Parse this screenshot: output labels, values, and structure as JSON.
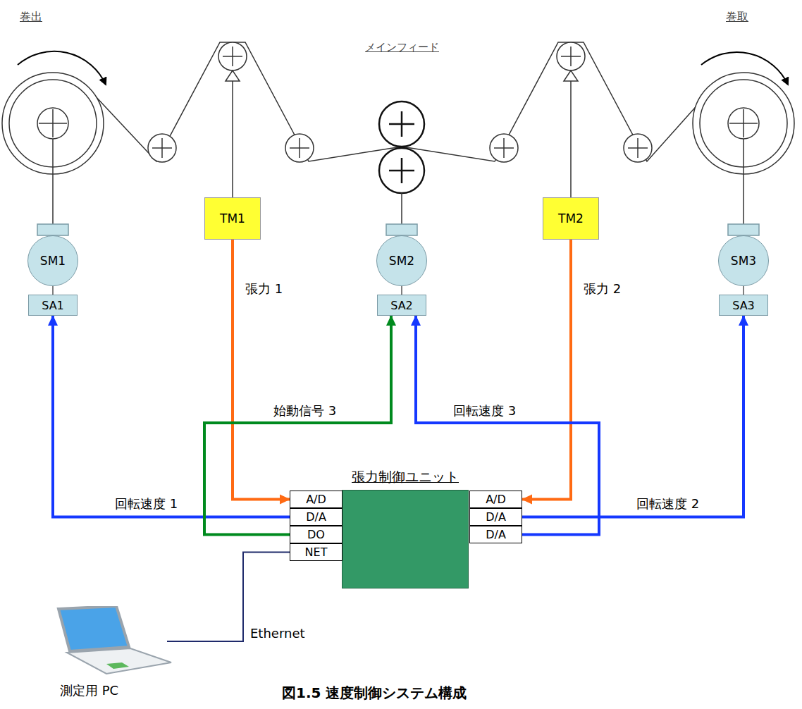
{
  "diagram": {
    "caption": "図1.5 速度制御システム構成",
    "nodes": [
      {
        "text": [
          "TM1"
        ]
      },
      {
        "text": [
          "TM2"
        ]
      },
      {
        "text": [
          "SM1"
        ]
      },
      {
        "text": [
          "SM2"
        ]
      },
      {
        "text": [
          "SM3"
        ]
      },
      {
        "text": [
          "SA1"
        ]
      },
      {
        "text": [
          "SA2"
        ]
      },
      {
        "text": [
          "SA3"
        ]
      },
      {
        "text": [
          "張力制御ユニット"
        ]
      },
      {
        "text": [
          "A/D"
        ],
        "in": 8
      },
      {
        "text": [
          "D/A"
        ],
        "in": 8
      },
      {
        "text": [
          "DO"
        ],
        "in": 8
      },
      {
        "text": [
          "NET"
        ],
        "in": 8
      },
      {
        "text": [
          "A/D"
        ],
        "in": 8
      },
      {
        "text": [
          "D/A"
        ],
        "in": 8
      },
      {
        "text": [
          "D/A"
        ],
        "in": 8
      },
      {
        "text": [
          "測定用 PC"
        ]
      }
    ],
    "edges": [
      {
        "from": 0,
        "to": 9,
        "label": "張力 1",
        "arrow": "to"
      },
      {
        "from": 1,
        "to": 13,
        "label": "張力 2",
        "arrow": "to"
      },
      {
        "from": 10,
        "to": 5,
        "label": "回転速度 1",
        "arrow": "to"
      },
      {
        "from": 11,
        "to": 6,
        "label": "始動信号 3",
        "arrow": "to"
      },
      {
        "from": 15,
        "to": 6,
        "label": "回転速度 3",
        "arrow": "to"
      },
      {
        "from": 14,
        "to": 7,
        "label": "回転速度 2",
        "arrow": "to"
      },
      {
        "from": 12,
        "to": 16,
        "label": "Ethernet",
        "arrow": "none"
      },
      {
        "from": 2,
        "to": 5,
        "arrow": "none"
      },
      {
        "from": 3,
        "to": 6,
        "arrow": "none"
      },
      {
        "from": 4,
        "to": 7,
        "arrow": "none"
      }
    ],
    "labels": [
      "巻出",
      "巻取",
      "メインフィード"
    ]
  }
}
